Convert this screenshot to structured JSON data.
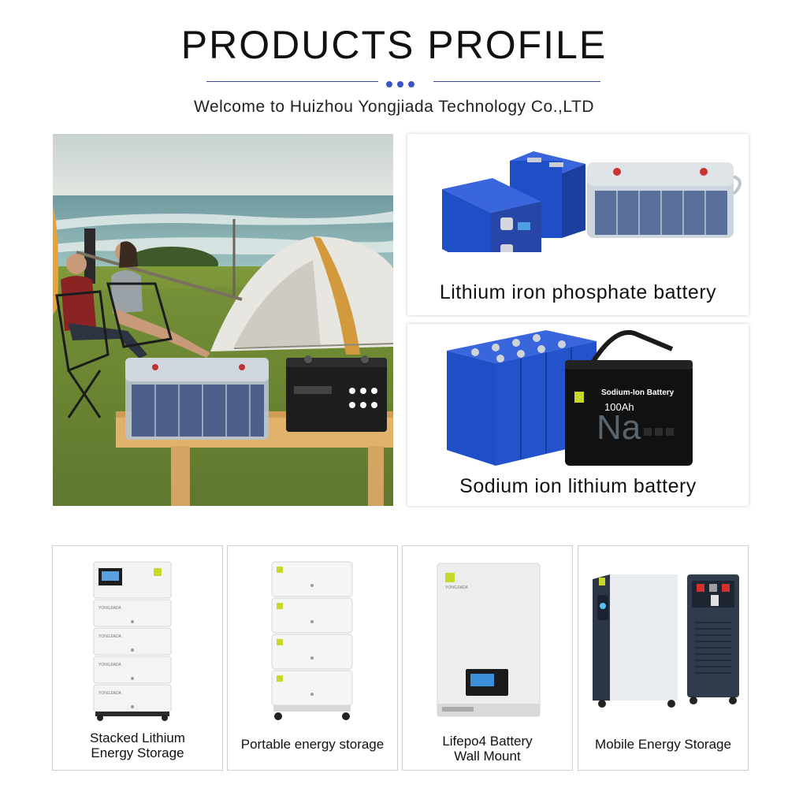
{
  "header": {
    "title": "PRODUCTS PROFILE",
    "subtitle": "Welcome to Huizhou Yongjiada Technology Co.,LTD"
  },
  "featured": [
    {
      "label": "Lithium iron phosphate battery"
    },
    {
      "label": "Sodium ion lithium battery",
      "battery_text": "Sodium-Ion Battery",
      "capacity": "100Ah",
      "symbol": "Na"
    }
  ],
  "products": [
    {
      "label": "Stacked Lithium Energy Storage",
      "brand_text": "YONGJIADA"
    },
    {
      "label": "Portable energy storage"
    },
    {
      "label": "Lifepo4 Battery Wall Mount",
      "brand_text": "YONGJIADA"
    },
    {
      "label": "Mobile Energy Storage"
    }
  ],
  "colors": {
    "accent": "#3b55c8",
    "cell_blue": "#1f4fc7",
    "brand_green": "#c8d82a"
  }
}
